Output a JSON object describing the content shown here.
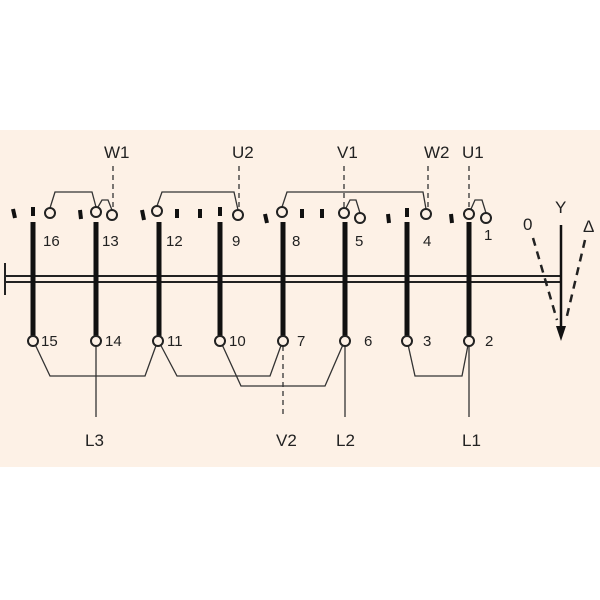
{
  "colors": {
    "background_panel": "#fdf1e6",
    "ink": "#222222"
  },
  "top_terminals": [
    "16",
    "13",
    "12",
    "9",
    "8",
    "5",
    "4",
    "1"
  ],
  "bottom_terminals": [
    "15",
    "14",
    "11",
    "10",
    "7",
    "6",
    "3",
    "2"
  ],
  "winding_labels": {
    "w1": "W1",
    "u2": "U2",
    "v1": "V1",
    "w2": "W2",
    "u1": "U1",
    "v2": "V2"
  },
  "line_labels": {
    "l3": "L3",
    "l2": "L2",
    "l1": "L1"
  },
  "switch_positions": {
    "off": "0",
    "star": "Y",
    "delta": "Δ"
  }
}
